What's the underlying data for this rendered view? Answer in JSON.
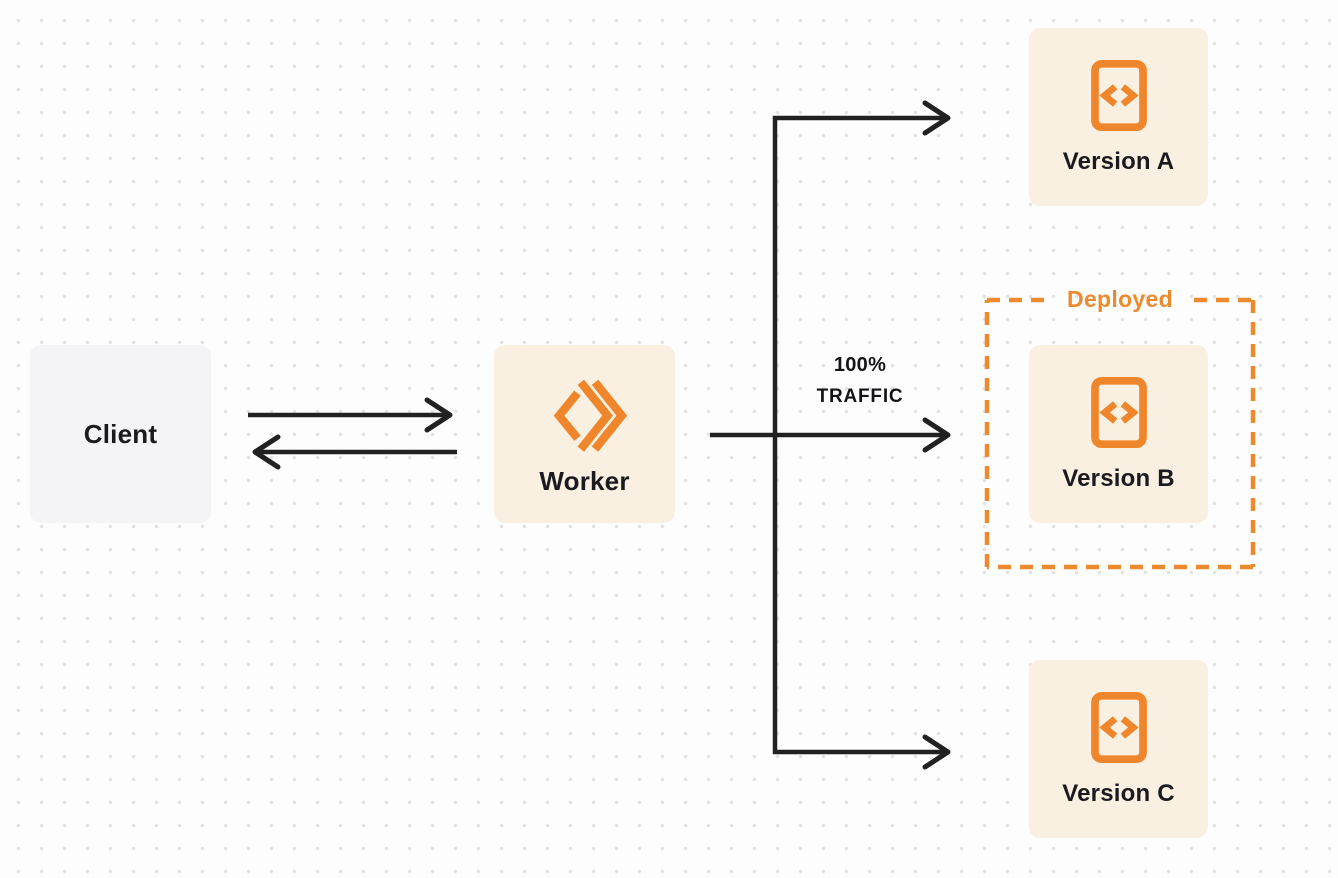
{
  "diagram": {
    "client": {
      "label": "Client"
    },
    "worker": {
      "label": "Worker"
    },
    "traffic_annotation": {
      "line1": "100%",
      "line2": "TRAFFIC"
    },
    "deployed_group": {
      "label": "Deployed"
    },
    "versions": [
      {
        "label": "Version A"
      },
      {
        "label": "Version B"
      },
      {
        "label": "Version C"
      }
    ],
    "icons": {
      "worker_logo": "workers-logo-icon",
      "version_file": "code-file-icon"
    },
    "colors": {
      "accent_orange": "#F0862B",
      "deployed_orange": "#ED8A2E",
      "node_cream": "#FAF0E2",
      "node_gray": "#F4F4F6",
      "arrow_dark": "#212121",
      "text_dark": "#1B1B1F",
      "dot_grid": "#E3E3E4",
      "background": "#FDFDFD"
    }
  }
}
